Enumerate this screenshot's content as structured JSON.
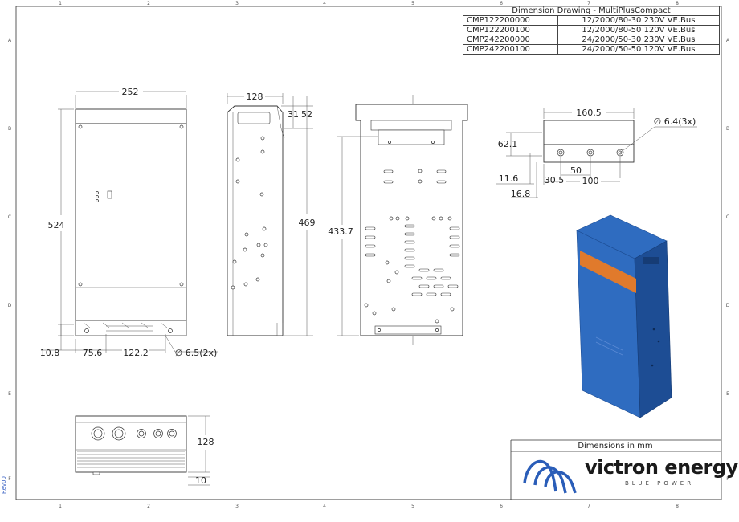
{
  "title_table": {
    "title": "Dimension Drawing - MultiPlusCompact",
    "rows": [
      {
        "code": "CMP122200000",
        "desc": "12/2000/80-30 230V VE.Bus"
      },
      {
        "code": "CMP122200100",
        "desc": "12/2000/80-50 120V VE.Bus"
      },
      {
        "code": "CMP242200000",
        "desc": "24/2000/50-30 230V VE.Bus"
      },
      {
        "code": "CMP242200100",
        "desc": "24/2000/50-50 120V VE.Bus"
      }
    ]
  },
  "dimensions": {
    "front_width": "252",
    "front_height": "524",
    "front_bottom_offset": "10.8",
    "front_hole_left": "75.6",
    "front_hole_spacing": "122.2",
    "front_hole_dia": "∅ 6.5(2x)",
    "side_depth": "128",
    "side_top_a": "31",
    "side_top_b": "52",
    "side_height": "469",
    "back_height": "433.7",
    "top_width": "160.5",
    "top_hole_dia": "∅ 6.4(3x)",
    "top_height": "62.1",
    "top_spacing_mid": "50",
    "top_offset_left": "30.5",
    "top_spacing": "100",
    "top_small_a": "11.6",
    "top_small_b": "16.8",
    "bottom_depth": "128",
    "bottom_small": "10"
  },
  "grid": {
    "cols": [
      "1",
      "2",
      "3",
      "4",
      "5",
      "6",
      "7",
      "8"
    ],
    "rows": [
      "A",
      "B",
      "C",
      "D",
      "E",
      "F"
    ]
  },
  "footer": {
    "units_note": "Dimensions in mm",
    "brand_name": "victron energy",
    "brand_tagline": "BLUE POWER",
    "revision": "Rev00"
  },
  "colors": {
    "product_blue": "#2f6cc0",
    "product_dark": "#1d4d94",
    "product_orange": "#e07a2c",
    "logo_blue": "#2a5db8"
  }
}
